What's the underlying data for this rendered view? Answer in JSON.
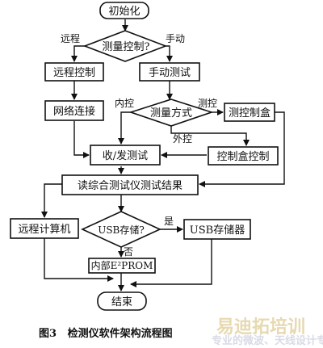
{
  "nodes": {
    "start": "初始化",
    "decision_control": "测量控制?",
    "remote_control": "远程控制",
    "manual_test": "手动测试",
    "network": "网络连接",
    "decision_method": "测量方式",
    "control_box": "测控制盒",
    "send_receive": "收/发测试",
    "box_control": "控制盒控制",
    "read_results": "读综合测试仪测试结果",
    "remote_pc": "远程计算机",
    "decision_usb": "USB存储?",
    "usb_storage": "USB存储器",
    "e2prom": "内部E²PROM",
    "end": "结束"
  },
  "edge_labels": {
    "remote": "远程",
    "manual": "手动",
    "internal": "内控",
    "measure_control": "测控",
    "external": "外控",
    "yes": "是",
    "no": "否"
  },
  "caption": "图3   检测仪软件架构流程图",
  "watermark": {
    "main": "易迪拓培训",
    "sub": "专业的微波、天线设计专家"
  }
}
